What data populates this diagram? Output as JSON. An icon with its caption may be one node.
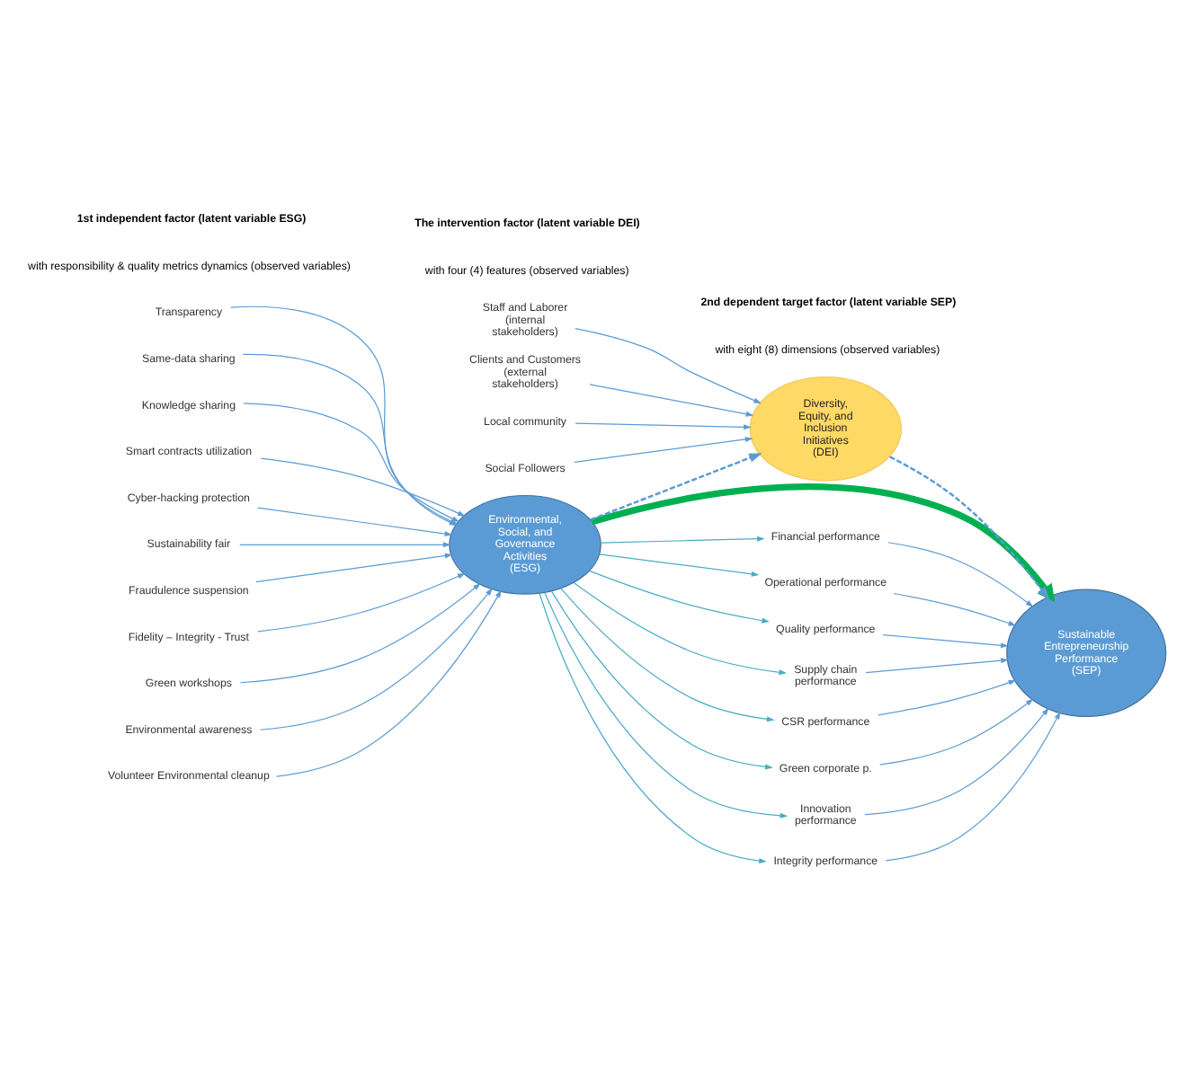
{
  "diagram": {
    "nodes": [
      {
        "text": [
          "Environmental, Social, and Governance Activities (ESG)"
        ]
      },
      {
        "text": [
          "Sustainable Entrepreneurship Performance (SEP)"
        ]
      },
      {
        "text": [
          "Diversity, Equity, and Inclusion Initiatives (DEI)"
        ]
      },
      {
        "text": [
          "Transparency"
        ]
      },
      {
        "text": [
          "Same-data sharing"
        ]
      },
      {
        "text": [
          "Knowledge sharing"
        ]
      },
      {
        "text": [
          "Smart contracts utilization"
        ]
      },
      {
        "text": [
          "Cyber-hacking protection"
        ]
      },
      {
        "text": [
          "Sustainability fair"
        ]
      },
      {
        "text": [
          "Fraudulence suspension"
        ]
      },
      {
        "text": [
          "Fidelity – Integrity - Trust"
        ]
      },
      {
        "text": [
          "Green workshops"
        ]
      },
      {
        "text": [
          "Environmental awareness"
        ]
      },
      {
        "text": [
          "Volunteer Environmental cleanup"
        ]
      },
      {
        "text": [
          "Financial performance"
        ]
      },
      {
        "text": [
          "Operational performance"
        ]
      },
      {
        "text": [
          "Quality performance"
        ]
      },
      {
        "text": [
          "Supply chain performance"
        ]
      },
      {
        "text": [
          "CSR performance"
        ]
      },
      {
        "text": [
          "Green corporate p."
        ]
      },
      {
        "text": [
          "Innovation performance"
        ]
      },
      {
        "text": [
          "Integrity performance"
        ]
      },
      {
        "text": [
          "Staff and Laborer (internal stakeholders)"
        ]
      },
      {
        "text": [
          "Clients and Customers (external stakeholders)"
        ]
      },
      {
        "text": [
          "Local community"
        ]
      },
      {
        "text": [
          "Social Followers"
        ]
      }
    ],
    "edges": [
      {
        "from": 3,
        "to": 0,
        "arrow": "to"
      },
      {
        "from": 4,
        "to": 0,
        "arrow": "to"
      },
      {
        "from": 5,
        "to": 0,
        "arrow": "to"
      },
      {
        "from": 6,
        "to": 0,
        "arrow": "to"
      },
      {
        "from": 7,
        "to": 0,
        "arrow": "to"
      },
      {
        "from": 8,
        "to": 0,
        "arrow": "to"
      },
      {
        "from": 9,
        "to": 0,
        "arrow": "to"
      },
      {
        "from": 10,
        "to": 0,
        "arrow": "to"
      },
      {
        "from": 11,
        "to": 0,
        "arrow": "to"
      },
      {
        "from": 12,
        "to": 0,
        "arrow": "to"
      },
      {
        "from": 13,
        "to": 0,
        "arrow": "to"
      },
      {
        "from": 0,
        "to": 1,
        "arrow": "to",
        "style": "thick",
        "color": "#00b050"
      },
      {
        "from": 0,
        "to": 2,
        "arrow": "to",
        "style": "dashed"
      },
      {
        "from": 2,
        "to": 1,
        "arrow": "to",
        "style": "dashed"
      },
      {
        "from": 0,
        "to": 14,
        "arrow": "to",
        "color": "#4bacc6"
      },
      {
        "from": 0,
        "to": 15,
        "arrow": "to",
        "color": "#4bacc6"
      },
      {
        "from": 0,
        "to": 16,
        "arrow": "to",
        "color": "#4bacc6"
      },
      {
        "from": 0,
        "to": 17,
        "arrow": "to",
        "color": "#4bacc6"
      },
      {
        "from": 0,
        "to": 18,
        "arrow": "to",
        "color": "#4bacc6"
      },
      {
        "from": 0,
        "to": 19,
        "arrow": "to",
        "color": "#4bacc6"
      },
      {
        "from": 0,
        "to": 20,
        "arrow": "to",
        "color": "#4bacc6"
      },
      {
        "from": 0,
        "to": 21,
        "arrow": "to",
        "color": "#4bacc6"
      },
      {
        "from": 14,
        "to": 1,
        "arrow": "to"
      },
      {
        "from": 15,
        "to": 1,
        "arrow": "to"
      },
      {
        "from": 16,
        "to": 1,
        "arrow": "to"
      },
      {
        "from": 17,
        "to": 1,
        "arrow": "to"
      },
      {
        "from": 18,
        "to": 1,
        "arrow": "to"
      },
      {
        "from": 19,
        "to": 1,
        "arrow": "to"
      },
      {
        "from": 20,
        "to": 1,
        "arrow": "to"
      },
      {
        "from": 21,
        "to": 1,
        "arrow": "to"
      },
      {
        "from": 22,
        "to": 2,
        "arrow": "to"
      },
      {
        "from": 23,
        "to": 2,
        "arrow": "to"
      },
      {
        "from": 24,
        "to": 2,
        "arrow": "to"
      },
      {
        "from": 25,
        "to": 2,
        "arrow": "to"
      }
    ],
    "labels": [
      "1st independent factor (latent variable ESG)",
      "with responsibility & quality metrics dynamics (observed variables)",
      "2nd dependent target factor (latent variable SEP)",
      "with eight (8) dimensions (observed variables)",
      "The intervention factor (latent variable DEI)",
      "with four (4) features (observed variables)"
    ]
  }
}
